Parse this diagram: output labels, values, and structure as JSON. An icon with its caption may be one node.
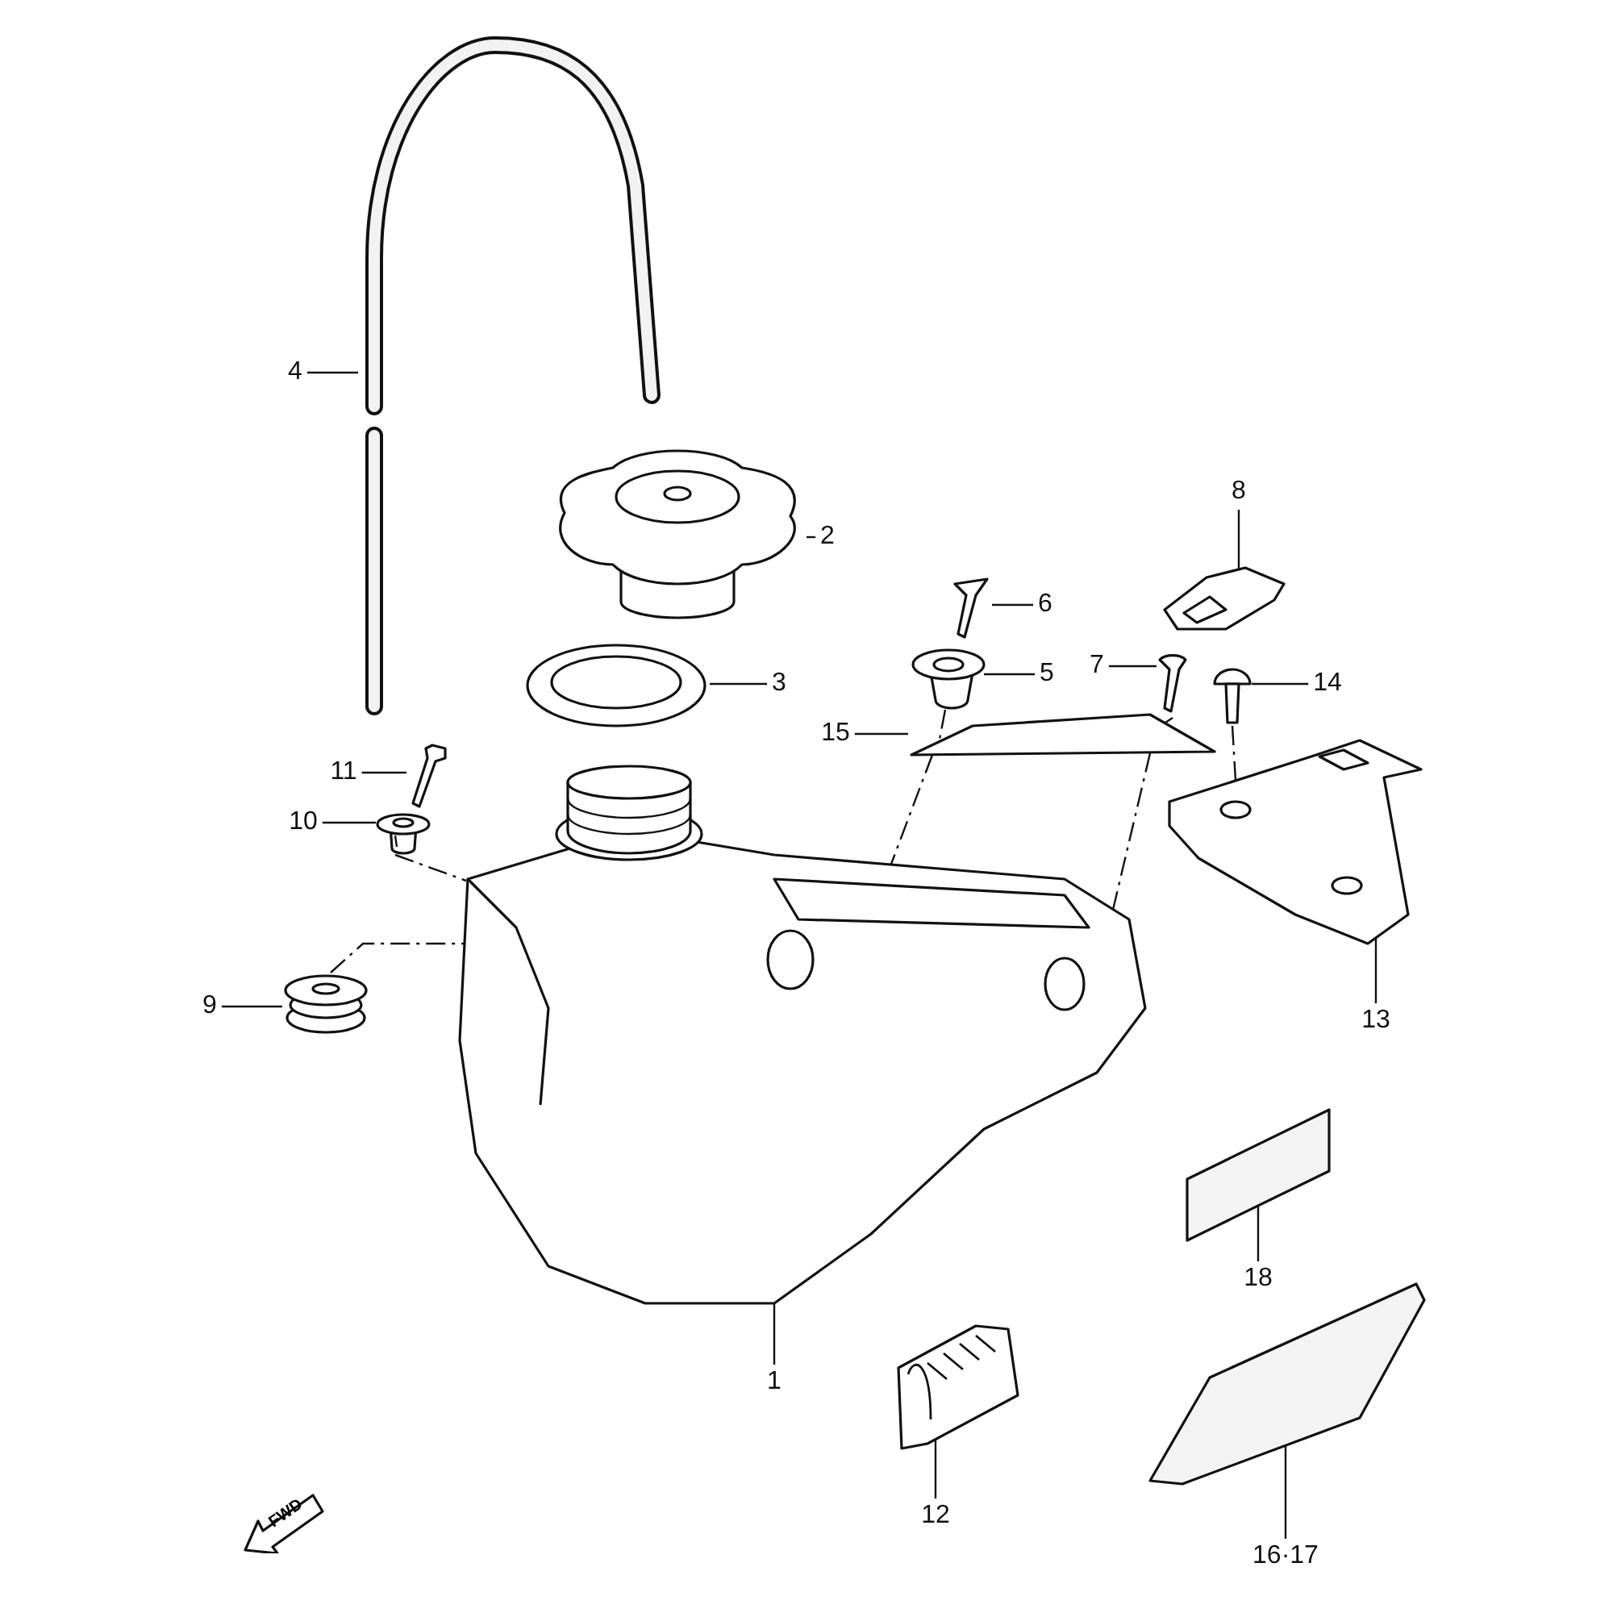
{
  "diagram": {
    "nodes": [
      {
        "text": [
          "1"
        ]
      },
      {
        "text": [],
        "shape": "picture"
      },
      {
        "text": [
          "2"
        ]
      },
      {
        "text": [],
        "shape": "picture"
      },
      {
        "text": [
          "3"
        ]
      },
      {
        "text": [],
        "shape": "picture"
      },
      {
        "text": [
          "4"
        ]
      },
      {
        "text": [],
        "shape": "picture"
      },
      {
        "text": [
          "5"
        ]
      },
      {
        "text": [],
        "shape": "picture"
      },
      {
        "text": [
          "6"
        ]
      },
      {
        "text": [],
        "shape": "picture"
      },
      {
        "text": [
          "7"
        ]
      },
      {
        "text": [],
        "shape": "picture"
      },
      {
        "text": [
          "8"
        ]
      },
      {
        "text": [],
        "shape": "picture"
      },
      {
        "text": [
          "9"
        ]
      },
      {
        "text": [],
        "shape": "picture"
      },
      {
        "text": [
          "10"
        ]
      },
      {
        "text": [],
        "shape": "picture"
      },
      {
        "text": [
          "11"
        ]
      },
      {
        "text": [],
        "shape": "picture"
      },
      {
        "text": [
          "12"
        ]
      },
      {
        "text": [],
        "shape": "picture"
      },
      {
        "text": [
          "13"
        ]
      },
      {
        "text": [],
        "shape": "picture"
      },
      {
        "text": [
          "14"
        ]
      },
      {
        "text": [],
        "shape": "picture"
      },
      {
        "text": [
          "15"
        ]
      },
      {
        "text": [],
        "shape": "picture"
      },
      {
        "text": [
          "16·17"
        ]
      },
      {
        "text": [],
        "shape": "picture"
      },
      {
        "text": [
          "18"
        ]
      },
      {
        "text": [],
        "shape": "picture"
      }
    ],
    "edges": [
      {
        "from": 0,
        "to": 1,
        "arrow": "none"
      },
      {
        "from": 2,
        "to": 3,
        "arrow": "none"
      },
      {
        "from": 4,
        "to": 5,
        "arrow": "none"
      },
      {
        "from": 6,
        "to": 7,
        "arrow": "none"
      },
      {
        "from": 8,
        "to": 9,
        "arrow": "none"
      },
      {
        "from": 10,
        "to": 11,
        "arrow": "none"
      },
      {
        "from": 12,
        "to": 13,
        "arrow": "none"
      },
      {
        "from": 14,
        "to": 15,
        "arrow": "none"
      },
      {
        "from": 16,
        "to": 17,
        "arrow": "none"
      },
      {
        "from": 18,
        "to": 19,
        "arrow": "none"
      },
      {
        "from": 20,
        "to": 21,
        "arrow": "none"
      },
      {
        "from": 22,
        "to": 23,
        "arrow": "none"
      },
      {
        "from": 24,
        "to": 25,
        "arrow": "none"
      },
      {
        "from": 26,
        "to": 27,
        "arrow": "none"
      },
      {
        "from": 28,
        "to": 29,
        "arrow": "none"
      },
      {
        "from": 30,
        "to": 31,
        "arrow": "none"
      },
      {
        "from": 32,
        "to": 33,
        "arrow": "none"
      },
      {
        "from": 9,
        "to": 29,
        "arrow": "none",
        "style": "dashed"
      },
      {
        "from": 29,
        "to": 1,
        "arrow": "none",
        "style": "dashed"
      },
      {
        "from": 13,
        "to": 29,
        "arrow": "none",
        "style": "dashed"
      },
      {
        "from": 29,
        "to": 1,
        "arrow": "none",
        "style": "dashed"
      },
      {
        "from": 27,
        "to": 25,
        "arrow": "none",
        "style": "dashed"
      },
      {
        "from": 19,
        "to": 1,
        "arrow": "none",
        "style": "dashed"
      },
      {
        "from": 17,
        "to": 1,
        "arrow": "none",
        "style": "dashed"
      }
    ],
    "labels": [
      "FWD"
    ]
  }
}
